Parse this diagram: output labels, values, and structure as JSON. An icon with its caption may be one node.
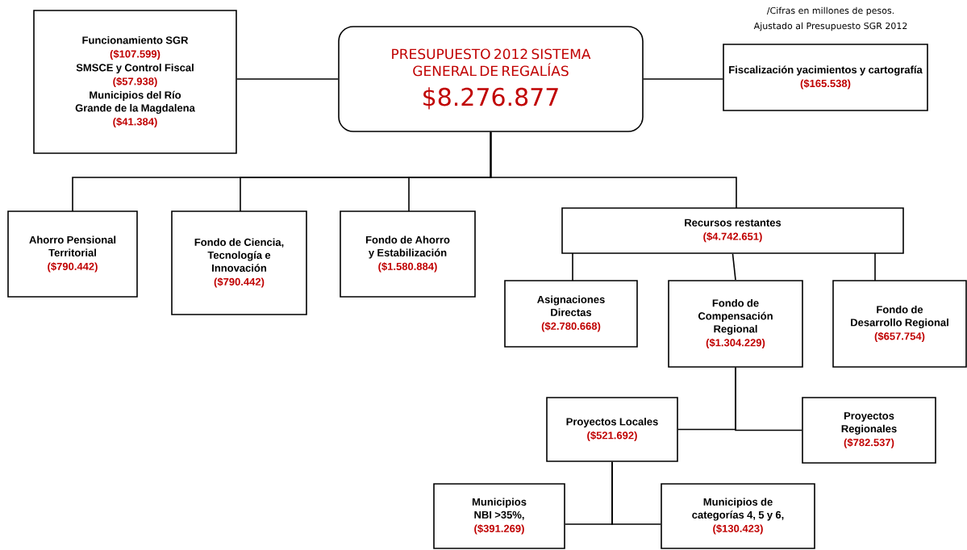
{
  "diagram": {
    "nodes": [
      {
        "text": [
          "Funcionamiento SGR",
          "($107.599)",
          "SMSCE y Control Fiscal",
          "($57.938)",
          "Municipios del Río Grande de la Magdalena",
          "($41.384)"
        ]
      },
      {
        "text": [
          "PRESUPUESTO 2012 SISTEMA GENERAL DE REGALÍAS",
          "$8.276.877"
        ]
      },
      {
        "text": [
          "Fiscalización yacimientos y cartografía",
          "($165.538)"
        ]
      },
      {
        "text": [
          "Ahorro Pensional Territorial",
          "($790.442)"
        ]
      },
      {
        "text": [
          "Fondo de Ciencia, Tecnología e Innovación",
          "($790.442)"
        ]
      },
      {
        "text": [
          "Fondo de Ahorro y Estabilización",
          "($1.580.884)"
        ]
      },
      {
        "text": [
          "Recursos restantes",
          "($4.742.651)"
        ]
      },
      {
        "text": [
          "Asignaciones Directas",
          "($2.780.668)"
        ]
      },
      {
        "text": [
          "Fondo de Compensación Regional",
          "($1.304.229)"
        ]
      },
      {
        "text": [
          "Fondo de Desarrollo Regional",
          "($657.754)"
        ]
      },
      {
        "text": [
          "Proyectos Locales",
          "($521.692)"
        ]
      },
      {
        "text": [
          "Proyectos Regionales",
          "($782.537)"
        ]
      },
      {
        "text": [
          "Municipios NBI >35%,",
          "($391.269)"
        ]
      },
      {
        "text": [
          "Municipios de categorías 4, 5 y 6,",
          "($130.423)"
        ]
      }
    ],
    "edges": [
      {
        "from": 1,
        "to": 0,
        "arrow": "none"
      },
      {
        "from": 1,
        "to": 2,
        "arrow": "none"
      },
      {
        "from": 1,
        "to": 3,
        "arrow": "none"
      },
      {
        "from": 1,
        "to": 4,
        "arrow": "none"
      },
      {
        "from": 1,
        "to": 5,
        "arrow": "none"
      },
      {
        "from": 1,
        "to": 6,
        "arrow": "none"
      },
      {
        "from": 6,
        "to": 7,
        "arrow": "none"
      },
      {
        "from": 6,
        "to": 8,
        "arrow": "none"
      },
      {
        "from": 6,
        "to": 9,
        "arrow": "none"
      },
      {
        "from": 8,
        "to": 10,
        "arrow": "none"
      },
      {
        "from": 8,
        "to": 11,
        "arrow": "none"
      },
      {
        "from": 10,
        "to": 12,
        "arrow": "none"
      },
      {
        "from": 10,
        "to": 13,
        "arrow": "none"
      }
    ],
    "labels": [
      "/Cifras en millones de pesos.",
      "Ajustado al Presupuesto SGR 2012"
    ]
  }
}
